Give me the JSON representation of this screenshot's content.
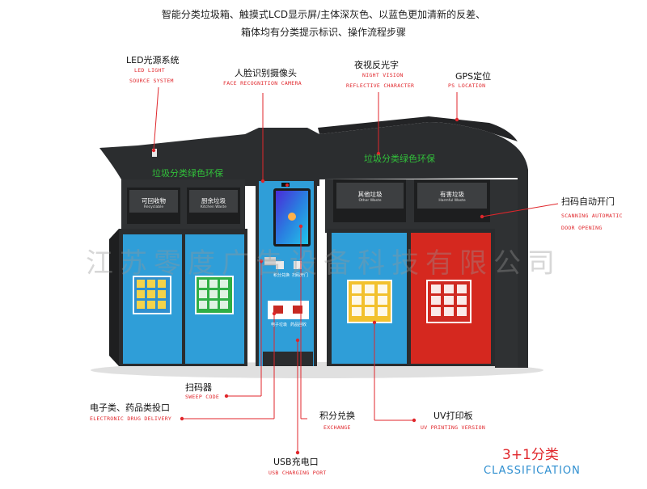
{
  "header": {
    "line1": "智能分类垃圾箱、触摸式LCD显示屏/主体深灰色、以蓝色更加清新的反差、",
    "line2": "箱体均有分类提示标识、操作流程步骤"
  },
  "machine": {
    "left_banner": "垃圾分类绿色环保",
    "right_banner": "垃圾分类绿色环保",
    "bins": [
      {
        "cn": "可回收物",
        "en": "Recyclable"
      },
      {
        "cn": "厨余垃圾",
        "en": "Kitchen Waste"
      },
      {
        "cn": "其他垃圾",
        "en": "Other Waste"
      },
      {
        "cn": "有害垃圾",
        "en": "Harmful Waste"
      }
    ],
    "center_small_1": "积分兑换",
    "center_small_2": "扫码开门",
    "slot_left": "电子垃圾",
    "slot_right": "药品回收"
  },
  "callouts": {
    "led": {
      "cn": "LED光源系统",
      "en1": "LED LIGHT",
      "en2": "SOURCE SYSTEM"
    },
    "face": {
      "cn": "人脸识别摄像头",
      "en": "FACE RECOGNITION CAMERA"
    },
    "night": {
      "cn": "夜视反光字",
      "en1": "NIGHT VISION",
      "en2": "REFLECTIVE CHARACTER"
    },
    "gps": {
      "cn": "GPS定位",
      "en": "PS LOCATION"
    },
    "scan_door": {
      "cn": "扫码自动开门",
      "en1": "SCANNING AUTOMATIC",
      "en2": "DOOR OPENING"
    },
    "scanner": {
      "cn": "扫码器",
      "en": "SWEEP CODE"
    },
    "drug": {
      "cn": "电子类、药品类投口",
      "en": "ELECTRONIC DRUG DELIVERY"
    },
    "exchange": {
      "cn": "积分兑换",
      "en": "EXCHANGE"
    },
    "uv": {
      "cn": "UV打印板",
      "en": "UV PRINTING VERSION"
    },
    "usb": {
      "cn": "USB充电口",
      "en": "USB CHARGING PORT"
    }
  },
  "classification": {
    "cn": "3+1分类",
    "en": "CLASSIFICATION"
  },
  "watermark": "江苏零度广告设备科技有限公司",
  "colors": {
    "body": "#2f3133",
    "blue": "#2f9ed8",
    "red": "#d5281f",
    "accent": "#e0262b",
    "green_text": "#31c13a"
  }
}
